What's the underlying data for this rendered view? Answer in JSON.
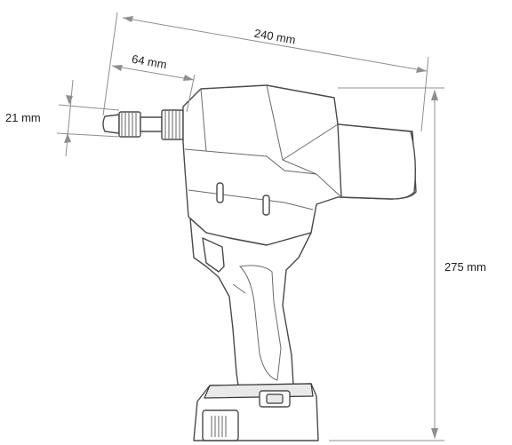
{
  "dimensions": {
    "overall_length": "240 mm",
    "nose_length": "64 mm",
    "nose_diameter": "21 mm",
    "height": "275 mm"
  }
}
